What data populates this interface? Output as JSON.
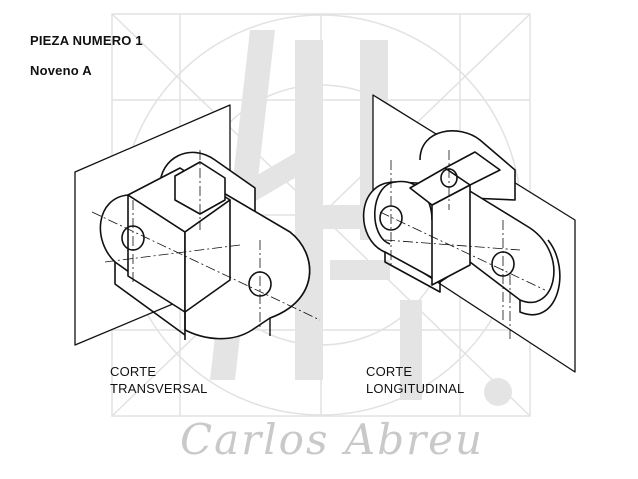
{
  "header": {
    "title": "PIEZA NUMERO 1",
    "subtitle": "Noveno A"
  },
  "figures": [
    {
      "line1": "CORTE",
      "line2": "TRANSVERSAL"
    },
    {
      "line1": "CORTE",
      "line2": "LONGITUDINAL"
    }
  ],
  "watermark": {
    "signature": "Carlos Abreu"
  },
  "colors": {
    "ink": "#111111",
    "watermark": "#dcdcdc",
    "paper": "#ffffff"
  }
}
